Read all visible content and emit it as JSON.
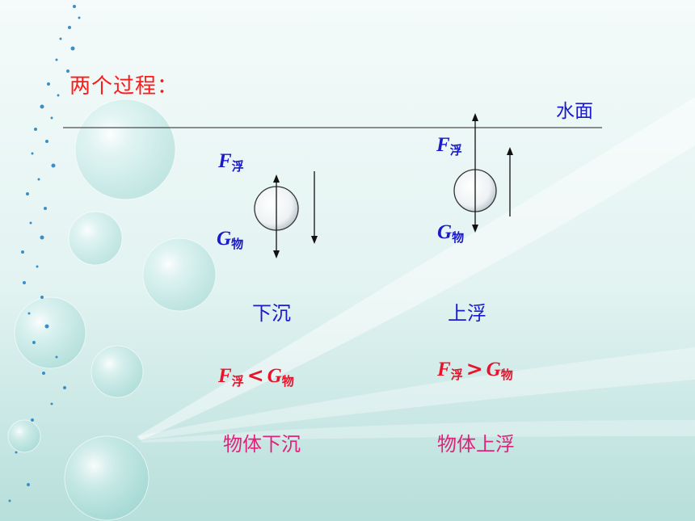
{
  "title": "两个过程：",
  "surface_label": "水面",
  "sinking": {
    "buoyancy": {
      "symbol": "F",
      "sub": "浮"
    },
    "gravity": {
      "symbol": "G",
      "sub": "物"
    },
    "process_label": "下沉",
    "condition": {
      "left": "F",
      "left_sub": "浮",
      "op": "<",
      "right": "G",
      "right_sub": "物"
    },
    "result": "物体下沉"
  },
  "floating": {
    "buoyancy": {
      "symbol": "F",
      "sub": "浮"
    },
    "gravity": {
      "symbol": "G",
      "sub": "物"
    },
    "process_label": "上浮",
    "condition": {
      "left": "F",
      "left_sub": "浮",
      "op": ">",
      "right": "G",
      "right_sub": "物"
    },
    "result": "物体上浮"
  },
  "colors": {
    "title": "#ff1a1a",
    "blue_text": "#1a1acc",
    "condition": "#e8132a",
    "result": "#e0237a"
  }
}
